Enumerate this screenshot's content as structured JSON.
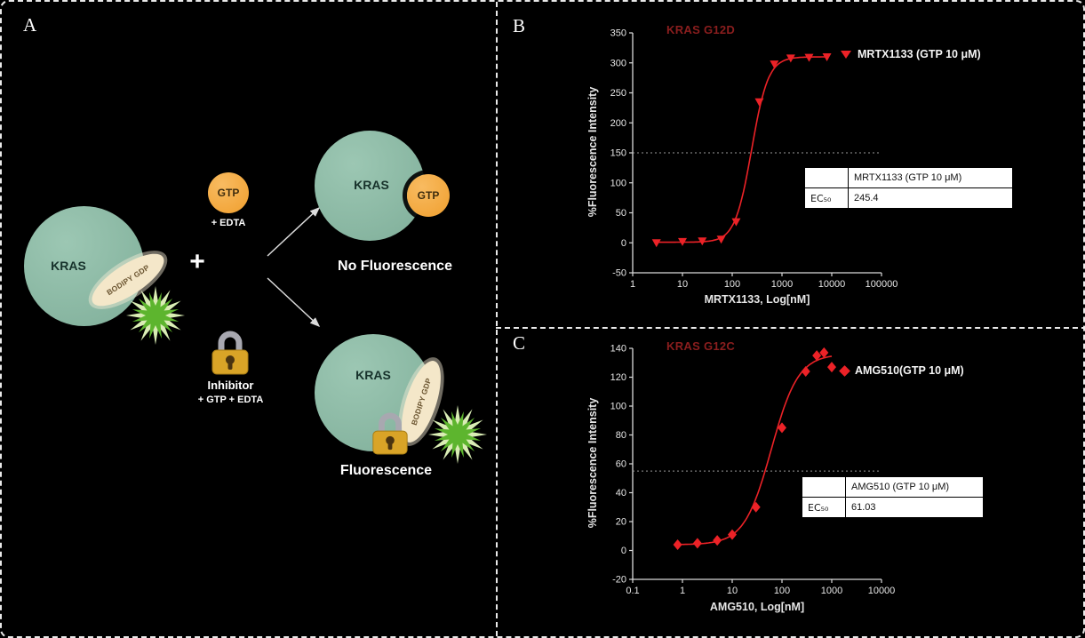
{
  "panel_a": {
    "label": "A",
    "kras": "KRAS",
    "bodipy_gdp": "BODIPY GDP",
    "plus": "+",
    "gtp": "GTP",
    "edta": "+ EDTA",
    "no_fluorescence": "No Fluorescence",
    "inhibitor": "Inhibitor",
    "inhibitor_conditions": "+ GTP + EDTA",
    "fluorescence": "Fluorescence"
  },
  "chart_data": [
    {
      "panel_label": "B",
      "type": "line",
      "title": "KRAS G12D",
      "xlabel": "MRTX1133, Log[nM]",
      "ylabel": "%Fluorescence Intensity",
      "x_scale": "log",
      "xlim": [
        1,
        100000
      ],
      "ylim": [
        -50,
        350
      ],
      "xticks": [
        1,
        10,
        100,
        1000,
        10000,
        100000
      ],
      "yticks": [
        -50,
        0,
        50,
        100,
        150,
        200,
        250,
        300,
        350
      ],
      "half_max_line": 150,
      "grid": false,
      "legend": "MRTX1133 (GTP 10 μM)",
      "legend_position": "right-of-plot-top",
      "series": [
        {
          "name": "MRTX1133 (GTP 10 μM)",
          "color": "#ec2227",
          "marker": "triangle-down",
          "x": [
            3,
            10,
            25,
            60,
            120,
            350,
            700,
            1500,
            3500,
            8000
          ],
          "y": [
            0,
            2,
            3,
            6,
            35,
            235,
            298,
            308,
            309,
            310
          ]
        }
      ],
      "fit_4pl": {
        "bottom": 1,
        "top": 310,
        "ec50": 245.4,
        "hill": 2.6
      },
      "table": {
        "corner": "",
        "header": "MRTX1133 (GTP 10 μM)",
        "row_label": "EC₅₀",
        "value": "245.4"
      }
    },
    {
      "panel_label": "C",
      "type": "line",
      "title": "KRAS G12C",
      "xlabel": "AMG510, Log[nM]",
      "ylabel": "%Fluorescence Intensity",
      "x_scale": "log",
      "xlim": [
        0.1,
        10000
      ],
      "ylim": [
        -20,
        140
      ],
      "xticks": [
        0.1,
        1,
        10,
        100,
        1000,
        10000
      ],
      "yticks": [
        -20,
        0,
        20,
        40,
        60,
        80,
        100,
        120,
        140
      ],
      "half_max_line": 55,
      "grid": false,
      "legend": "AMG510(GTP 10 μM)",
      "legend_position": "right-of-plot-top",
      "series": [
        {
          "name": "AMG510(GTP 10 μM)",
          "color": "#ec2227",
          "marker": "diamond",
          "x": [
            0.8,
            2,
            5,
            10,
            30,
            100,
            300,
            500,
            700,
            1000
          ],
          "y": [
            4,
            5,
            7,
            11,
            30,
            85,
            124,
            135,
            137,
            127
          ]
        }
      ],
      "fit_4pl": {
        "bottom": 4,
        "top": 136,
        "ec50": 61.03,
        "hill": 1.6
      },
      "table": {
        "corner": "",
        "header": "AMG510 (GTP 10 μM)",
        "row_label": "EC₅₀",
        "value": "61.03"
      }
    }
  ],
  "colors": {
    "background": "#000000",
    "kras_teal": "#8ab5a1",
    "bodipy_beige": "#f4e7c9",
    "gtp_orange": "#f4a63b",
    "star_green": "#5db52e",
    "star_halo": "#d9edb4",
    "curve_red": "#ec2227",
    "title_maroon": "#8b1e1e",
    "lock_gold": "#d9a427"
  }
}
